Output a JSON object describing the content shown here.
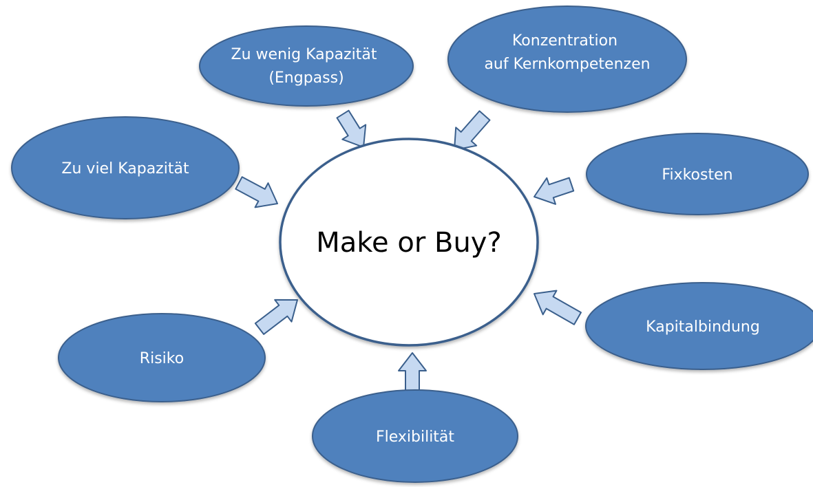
{
  "diagram": {
    "center": {
      "label": "Make or Buy?"
    },
    "factors": [
      {
        "id": "zu-viel-kapazitaet",
        "lines": [
          "Zu viel Kapazität"
        ]
      },
      {
        "id": "zu-wenig-kapazitaet",
        "lines": [
          "Zu wenig Kapazität",
          "(Engpass)"
        ]
      },
      {
        "id": "kernkompetenzen",
        "lines": [
          "Konzentration",
          "auf Kernkompetenzen"
        ]
      },
      {
        "id": "fixkosten",
        "lines": [
          "Fixkosten"
        ]
      },
      {
        "id": "kapitalbindung",
        "lines": [
          "Kapitalbindung"
        ]
      },
      {
        "id": "flexibilitaet",
        "lines": [
          "Flexibilität"
        ]
      },
      {
        "id": "risiko",
        "lines": [
          "Risiko"
        ]
      }
    ],
    "colors": {
      "factor_fill": "#4f81bd",
      "factor_stroke": "#3a5f8c",
      "center_fill": "#ffffff",
      "center_stroke": "#3a5f8c",
      "arrow_fill": "#c6d9f1",
      "arrow_stroke": "#3a5f8c"
    }
  }
}
